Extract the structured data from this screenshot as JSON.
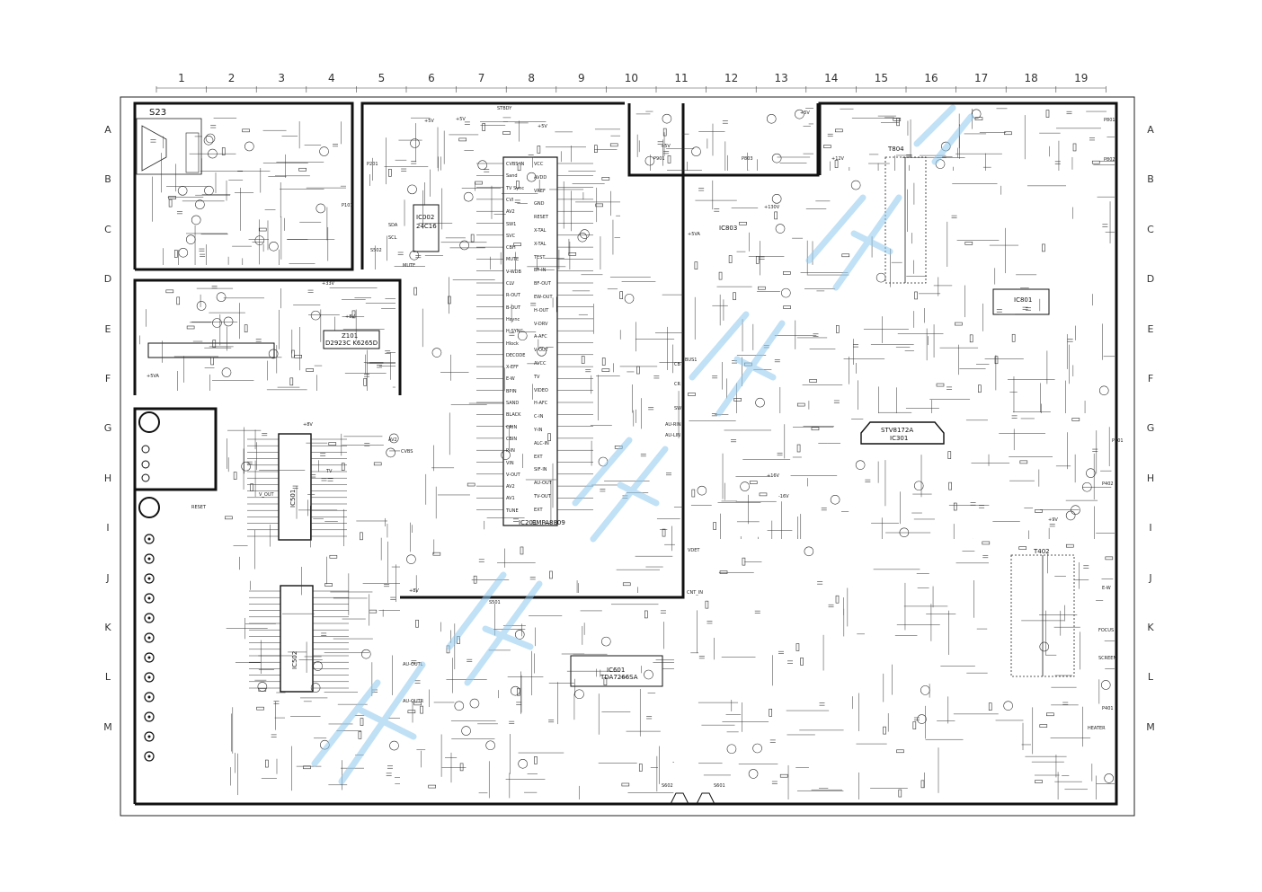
{
  "grid": {
    "columns": [
      "1",
      "2",
      "3",
      "4",
      "5",
      "6",
      "7",
      "8",
      "9",
      "10",
      "11",
      "12",
      "13",
      "14",
      "15",
      "16",
      "17",
      "18",
      "19"
    ],
    "rows": [
      "A",
      "B",
      "C",
      "D",
      "E",
      "F",
      "G",
      "H",
      "I",
      "J",
      "K",
      "L",
      "M"
    ]
  },
  "blocks": {
    "tuner_label": "S23",
    "ic_eeprom": "IC002",
    "ic_eeprom_type": "24C16",
    "ic_main": "IC201",
    "ic_main_type": "EMPA8809",
    "ic_if": "Z101",
    "ic_if_type": "D2923C K6265D",
    "ic_audio": "IC601",
    "ic_audio_type": "TDA7266SA",
    "ic_vertical": "IC301",
    "ic_vertical_type": "STV8172A",
    "ic_power": "IC801",
    "transformer_power": "T804",
    "transformer_fbt": "T402",
    "ic_av1": "IC501",
    "ic_av2": "IC502",
    "ic_mid": "IC803"
  },
  "signals": {
    "stby": "STBDY",
    "reset": "RESET",
    "scl": "SCL",
    "sda": "SDA",
    "mute": "MUTE",
    "vbus": "BUS1",
    "cb": "CB",
    "cr": "CR",
    "sw": "SW",
    "av2": "AV2",
    "au_rin": "AU-RIN",
    "au_lin": "AU-LIN",
    "au_outl": "AU-OUTL",
    "au_outr": "AU-OUTR",
    "vout": "V_OUT",
    "tv": "TV",
    "cvbs": "CVBS",
    "vdet": "VDET",
    "cnt_in": "CNT_IN",
    "focus": "FOCUS",
    "screen": "SCREEN",
    "heater": "HEATER",
    "e_w": "E-W",
    "plus5v": "+5V",
    "plus8v": "+8V",
    "plus33v": "+33V",
    "plus12v": "+12V",
    "plus5va": "+5VA",
    "plus16v": "+16V",
    "minus16v": "-16V",
    "plus130v": "+130V",
    "plus9v": "+9V"
  },
  "connectors": {
    "p201": "P201",
    "p101": "P101",
    "p301": "P301",
    "p401": "P401",
    "p402": "P402",
    "p801": "P801",
    "p802": "P802",
    "p803": "P803",
    "s501": "S501",
    "s502": "S502",
    "s601": "S601",
    "s602": "S602",
    "p901": "P901"
  },
  "pin_labels_main": [
    "CVBS IN",
    "Sand",
    "TV Sync",
    "CVI",
    "AV2",
    "SW1",
    "SVC",
    "CBH",
    "MUTE",
    "V-WDB",
    "CLV",
    "R-OUT",
    "B-OUT",
    "Hsync",
    "H-SYNC",
    "Hlock",
    "DECODE",
    "X-EFF",
    "E-W",
    "BPIN",
    "SAND",
    "BLACK",
    "CRIN",
    "CBIN",
    "P-IN",
    "VIN",
    "V-OUT",
    "AV2",
    "AV1",
    "TUNE"
  ],
  "pin_labels_main_right": [
    "VCC",
    "AVDD",
    "VREF",
    "GND",
    "RESET",
    "X-TAL",
    "X-TAL",
    "TEST",
    "BF-IN",
    "BF-OUT",
    "EW-OUT",
    "H-OUT",
    "V-DRV",
    "A-AFC",
    "V-OUT",
    "AVCC",
    "TV",
    "VIDEO",
    "H-AFC",
    "C-IN",
    "Y-IN",
    "ALC-IN",
    "EXT",
    "SIF-IN",
    "AU-OUT",
    "TV-OUT",
    "EXT"
  ]
}
